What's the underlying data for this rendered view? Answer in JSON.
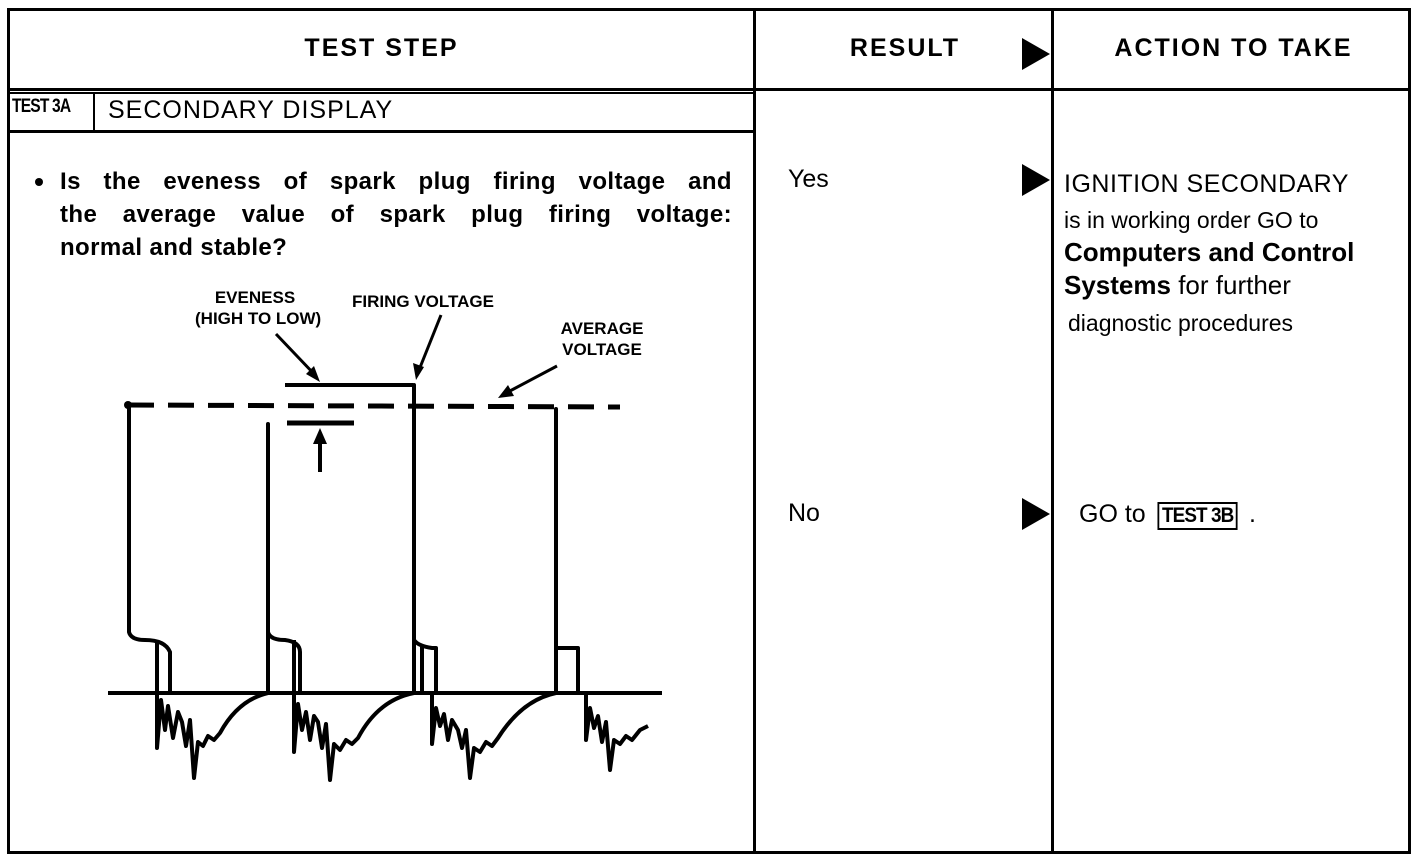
{
  "headers": {
    "test_step": "TEST STEP",
    "result": "RESULT",
    "action": "ACTION TO TAKE"
  },
  "test": {
    "id": "TEST 3A",
    "title": "SECONDARY DISPLAY",
    "question_lines": [
      "Is the eveness of spark plug firing voltage and",
      "the average value of spark plug firing voltage:",
      "normal and stable?"
    ]
  },
  "diagram": {
    "label_eveness_1": "EVENESS",
    "label_eveness_2": "(HIGH TO LOW)",
    "label_firing": "FIRING VOLTAGE",
    "label_average_1": "AVERAGE",
    "label_average_2": "VOLTAGE"
  },
  "results": {
    "yes": "Yes",
    "no": "No"
  },
  "actions": {
    "yes_line1": "IGNITION SECONDARY",
    "yes_line2": "is in working order GO to",
    "yes_line3": "Computers and Control",
    "yes_line4_bold": "Systems",
    "yes_line4_rest": " for further",
    "yes_line5": "diagnostic procedures",
    "no_prefix": "GO to ",
    "no_box": "TEST 3B",
    "no_suffix": " ."
  }
}
